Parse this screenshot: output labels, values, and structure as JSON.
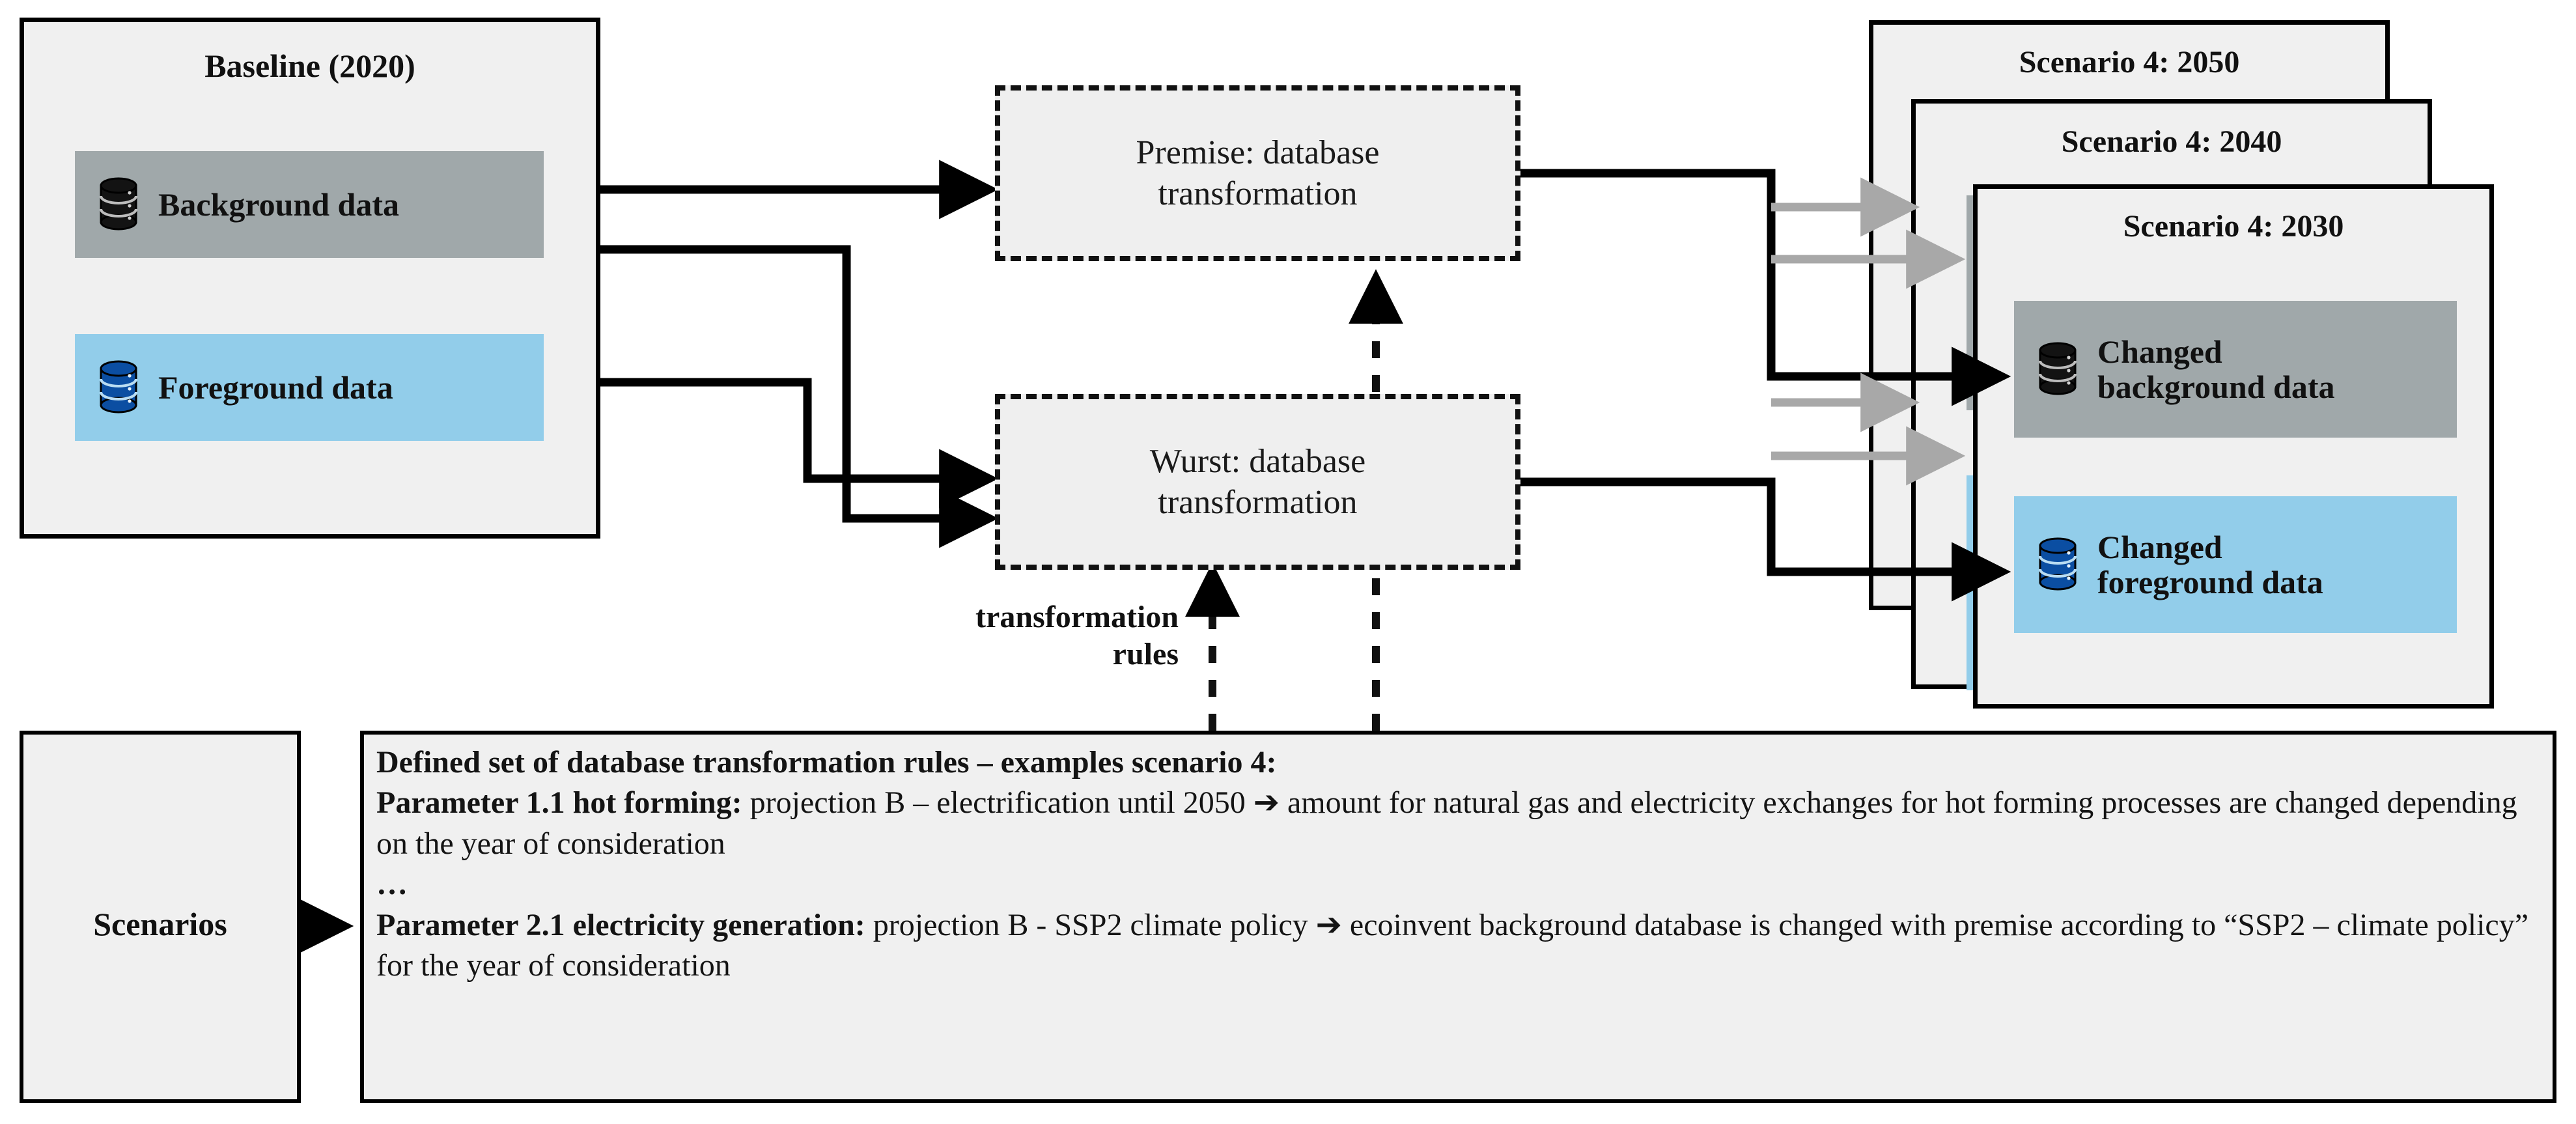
{
  "baseline": {
    "title": "Baseline (2020)",
    "items": [
      {
        "label": "Background data",
        "icon": "database-icon",
        "color": "#a0a8aa",
        "icon_color": "#131313"
      },
      {
        "label": "Foreground data",
        "icon": "database-icon",
        "color": "#92cdea",
        "icon_color": "#0b4ea2"
      }
    ]
  },
  "transformations": [
    {
      "label": "Premise: database\ntransformation",
      "name": "premise"
    },
    {
      "label": "Wurst: database\ntransformation",
      "name": "wurst"
    }
  ],
  "rules_arrow_label": "transformation\nrules",
  "scenarios_box": {
    "label": "Scenarios"
  },
  "scenario_cards": [
    {
      "title": "Scenario 4: 2050"
    },
    {
      "title": "Scenario 4: 2040"
    },
    {
      "title": "Scenario 4: 2030"
    }
  ],
  "scenario_front_items": [
    {
      "label": "Changed\nbackground data",
      "icon": "database-icon",
      "color": "#a0a8aa",
      "icon_color": "#131313"
    },
    {
      "label": "Changed\nforeground data",
      "icon": "database-icon",
      "color": "#92cdea",
      "icon_color": "#0b4ea2"
    }
  ],
  "rules_panel": {
    "heading": "Defined set of database transformation rules – examples scenario 4:",
    "param1_bold": "Parameter 1.1 hot forming:",
    "param1_text": " projection B – electrification until 2050 ➔ amount for natural gas and electricity exchanges for hot forming processes are changed depending on the year of consideration",
    "ellipsis": "…",
    "param2_bold": "Parameter 2.1 electricity generation:",
    "param2_text": " projection B - SSP2 climate policy ➔ ecoinvent background database is changed with premise according to “SSP2 – climate policy” for the year of consideration"
  },
  "colors": {
    "gray_block": "#a0a8aa",
    "blue_block": "#92cdea",
    "panel_fill": "#f0f0f0",
    "line": "#000000",
    "ghost_arrow": "#a8a8a8",
    "db_dark": "#131313",
    "db_blue": "#0b4ea2"
  }
}
